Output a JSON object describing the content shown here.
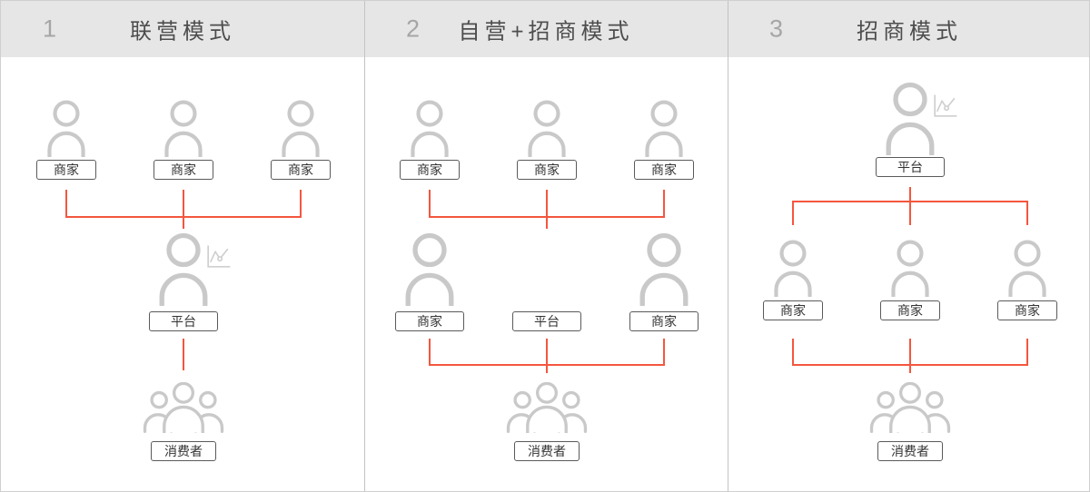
{
  "colors": {
    "accent": "#f4563e",
    "icon": "#c9c9c9",
    "chart_icon": "#cfcfcf",
    "header_bg": "#e6e6e6",
    "divider": "#c3c3c3",
    "number": "#a6a6a6",
    "title": "#4d4d4d",
    "tag_border": "#5a5a5a",
    "tag_text": "#333333"
  },
  "panels": [
    {
      "number": "1",
      "title": "联营模式",
      "merchants": [
        "商家",
        "商家",
        "商家"
      ],
      "platform": "平台",
      "consumer": "消费者"
    },
    {
      "number": "2",
      "title": "自营+招商模式",
      "merchants": [
        "商家",
        "商家",
        "商家"
      ],
      "middle": [
        "商家",
        "平台",
        "商家"
      ],
      "consumer": "消费者"
    },
    {
      "number": "3",
      "title": "招商模式",
      "platform": "平台",
      "merchants": [
        "商家",
        "商家",
        "商家"
      ],
      "consumer": "消费者"
    }
  ]
}
